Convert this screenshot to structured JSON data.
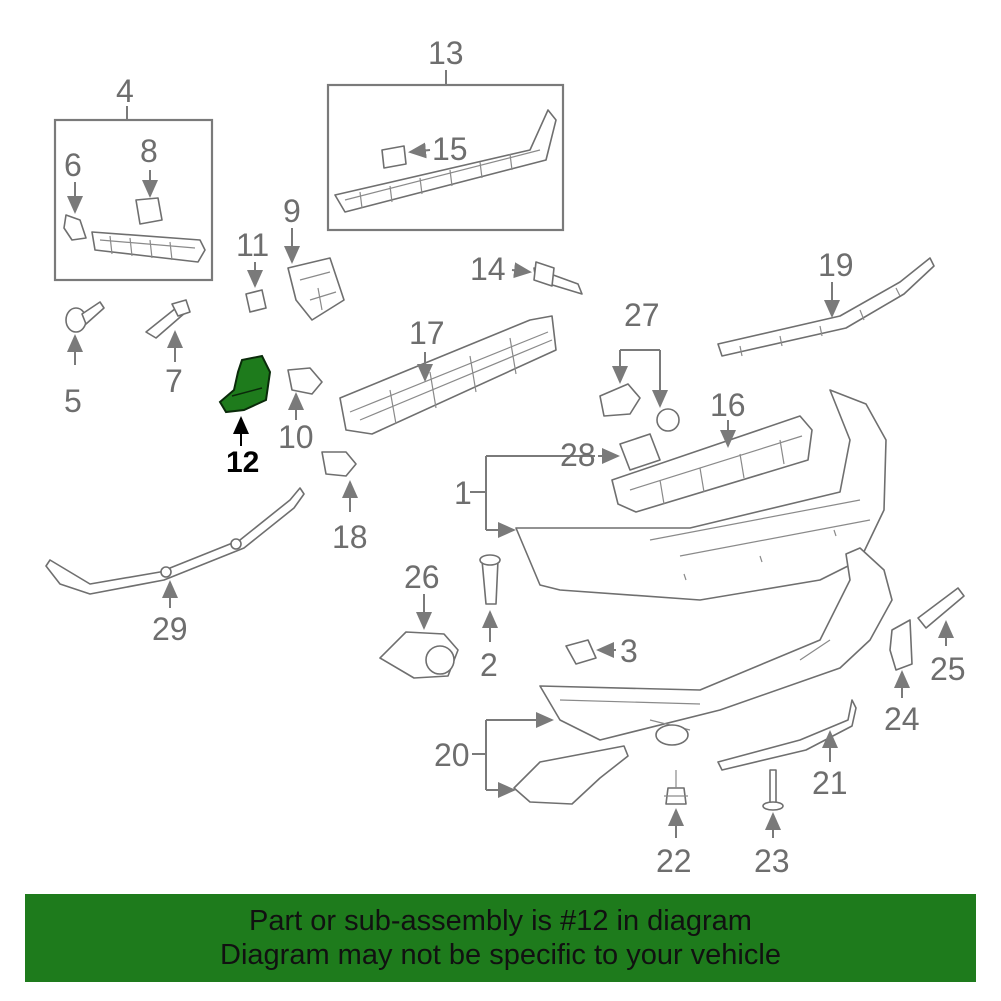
{
  "diagram": {
    "callouts": {
      "c1": "1",
      "c2": "2",
      "c3": "3",
      "c4": "4",
      "c5": "5",
      "c6": "6",
      "c7": "7",
      "c8": "8",
      "c9": "9",
      "c10": "10",
      "c11": "11",
      "c12": "12",
      "c13": "13",
      "c14": "14",
      "c15": "15",
      "c16": "16",
      "c17": "17",
      "c18": "18",
      "c19": "19",
      "c20": "20",
      "c21": "21",
      "c22": "22",
      "c23": "23",
      "c24": "24",
      "c25": "25",
      "c26": "26",
      "c27": "27",
      "c28": "28",
      "c29": "29"
    },
    "highlight_color": "#1e7b1c",
    "banner_color": "#1e7b1c"
  },
  "banner": {
    "line1": "Part or sub-assembly is #12 in diagram",
    "line2": "Diagram may not be specific to your vehicle"
  }
}
